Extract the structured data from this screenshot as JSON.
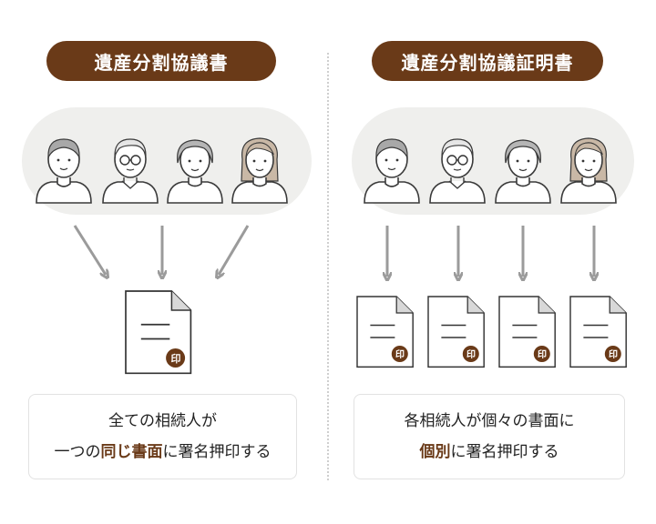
{
  "left": {
    "title": "遺産分割協議書",
    "caption_line1": "全ての相続人が",
    "caption_line2_a": "一つの",
    "caption_line2_b": "同じ書面",
    "caption_line2_c": "に署名押印する",
    "stamp": "印"
  },
  "right": {
    "title": "遺産分割協議証明書",
    "caption_line1": "各相続人が個々の書面に",
    "caption_line2_a": "個別",
    "caption_line2_b": "に署名押印する",
    "stamp": "印"
  },
  "colors": {
    "accent": "#6a3a18",
    "arrow": "#9b9b9b",
    "cloud": "#efefed"
  }
}
